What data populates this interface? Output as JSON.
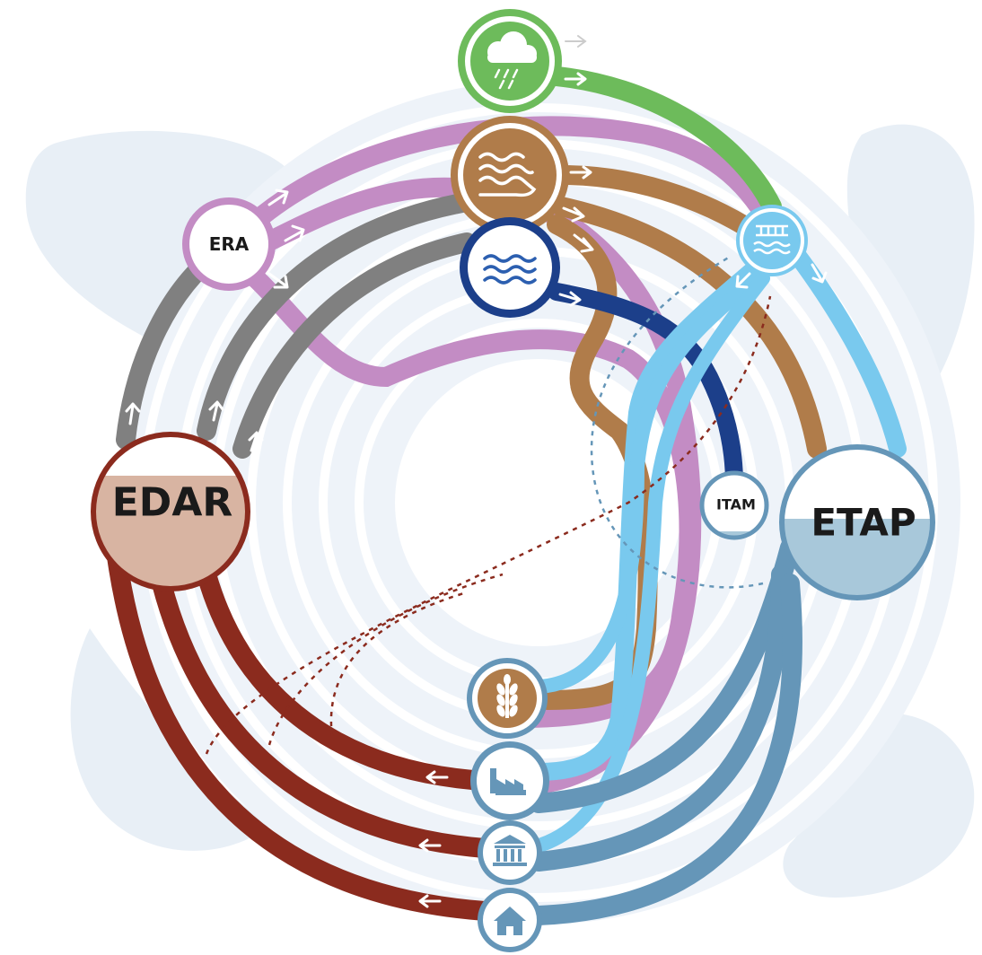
{
  "nodes": {
    "era": {
      "label": "ERA"
    },
    "edar": {
      "label": "EDAR"
    },
    "etap": {
      "label": "ETAP"
    },
    "itam": {
      "label": "ITAM"
    },
    "rain": {
      "icon": "rain-cloud-icon"
    },
    "river": {
      "icon": "river-icon"
    },
    "groundwater": {
      "icon": "groundwater-waves-icon"
    },
    "reservoir": {
      "icon": "reservoir-dam-icon"
    },
    "agriculture": {
      "icon": "wheat-icon"
    },
    "industry": {
      "icon": "factory-icon"
    },
    "institutional": {
      "icon": "institution-building-icon"
    },
    "domestic": {
      "icon": "house-icon"
    }
  },
  "colors": {
    "rain": "#6dbb5b",
    "river": "#b07c4a",
    "groundwater": "#1c3f8a",
    "reclaimed": "#c38cc4",
    "reuse_grey": "#808080",
    "wastewater": "#8b2b1e",
    "treated_supply": "#6596b8",
    "light_blue": "#79c9ee",
    "edar_fill": "#d8b4a2",
    "etap_fill": "#a8c8da",
    "background_blob": "#e8eff6"
  }
}
